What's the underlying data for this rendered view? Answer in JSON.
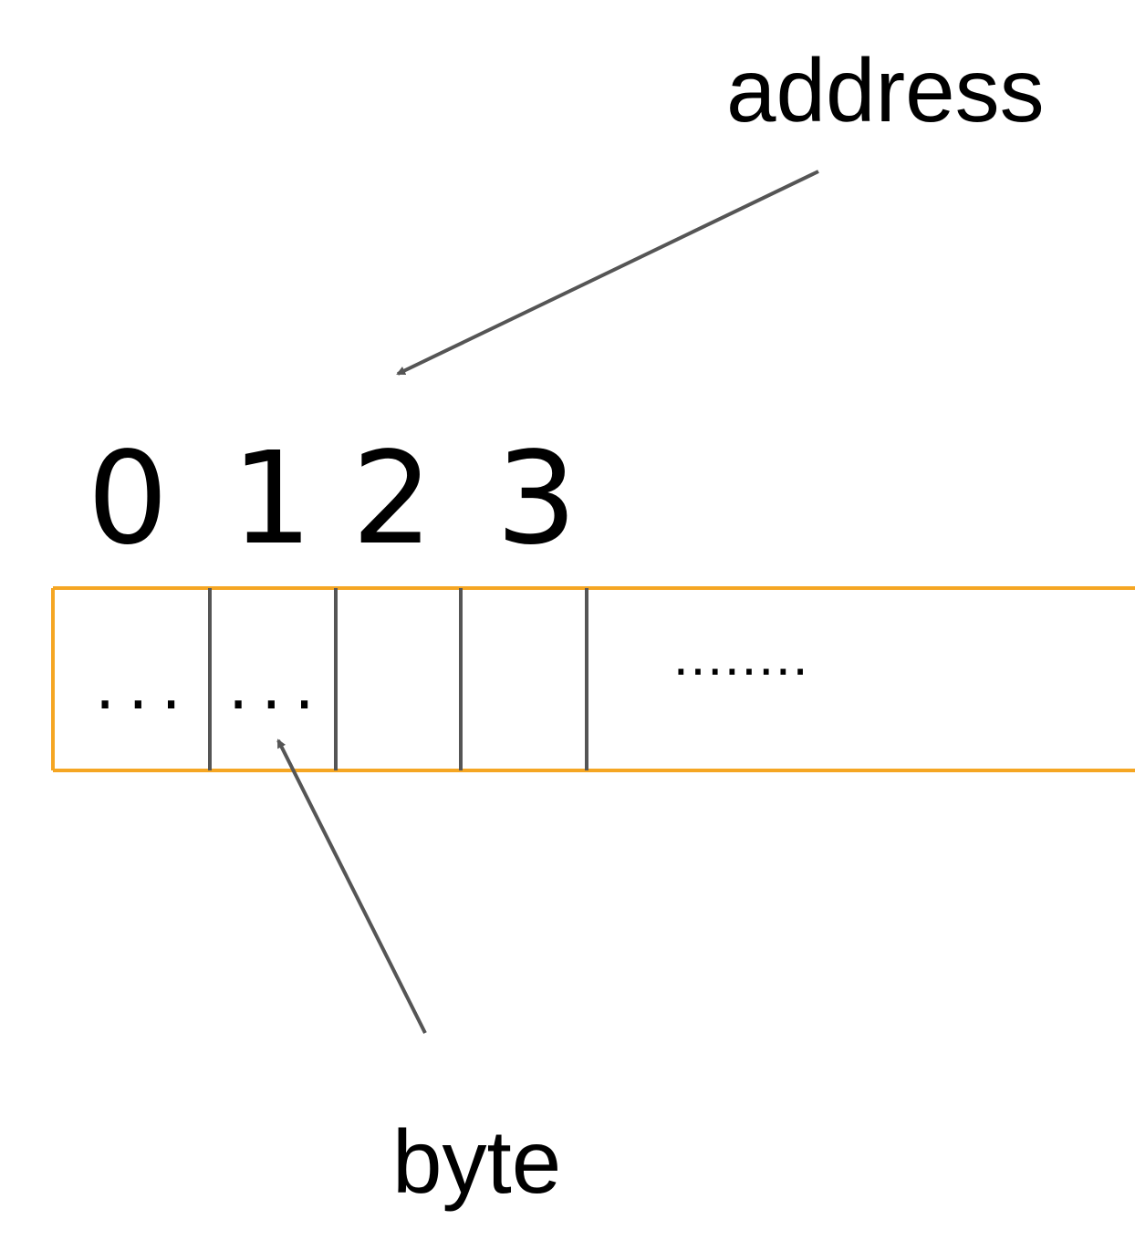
{
  "labels": {
    "address": "address",
    "byte": "byte"
  },
  "addresses": [
    "0",
    "1",
    "2",
    "3"
  ],
  "cells": {
    "cell0_content": "...",
    "cell1_content": "...",
    "tail_content": "........"
  },
  "colors": {
    "strip_border": "#f5a623",
    "cell_divider": "#555555",
    "arrow": "#555555",
    "text": "#000000"
  }
}
